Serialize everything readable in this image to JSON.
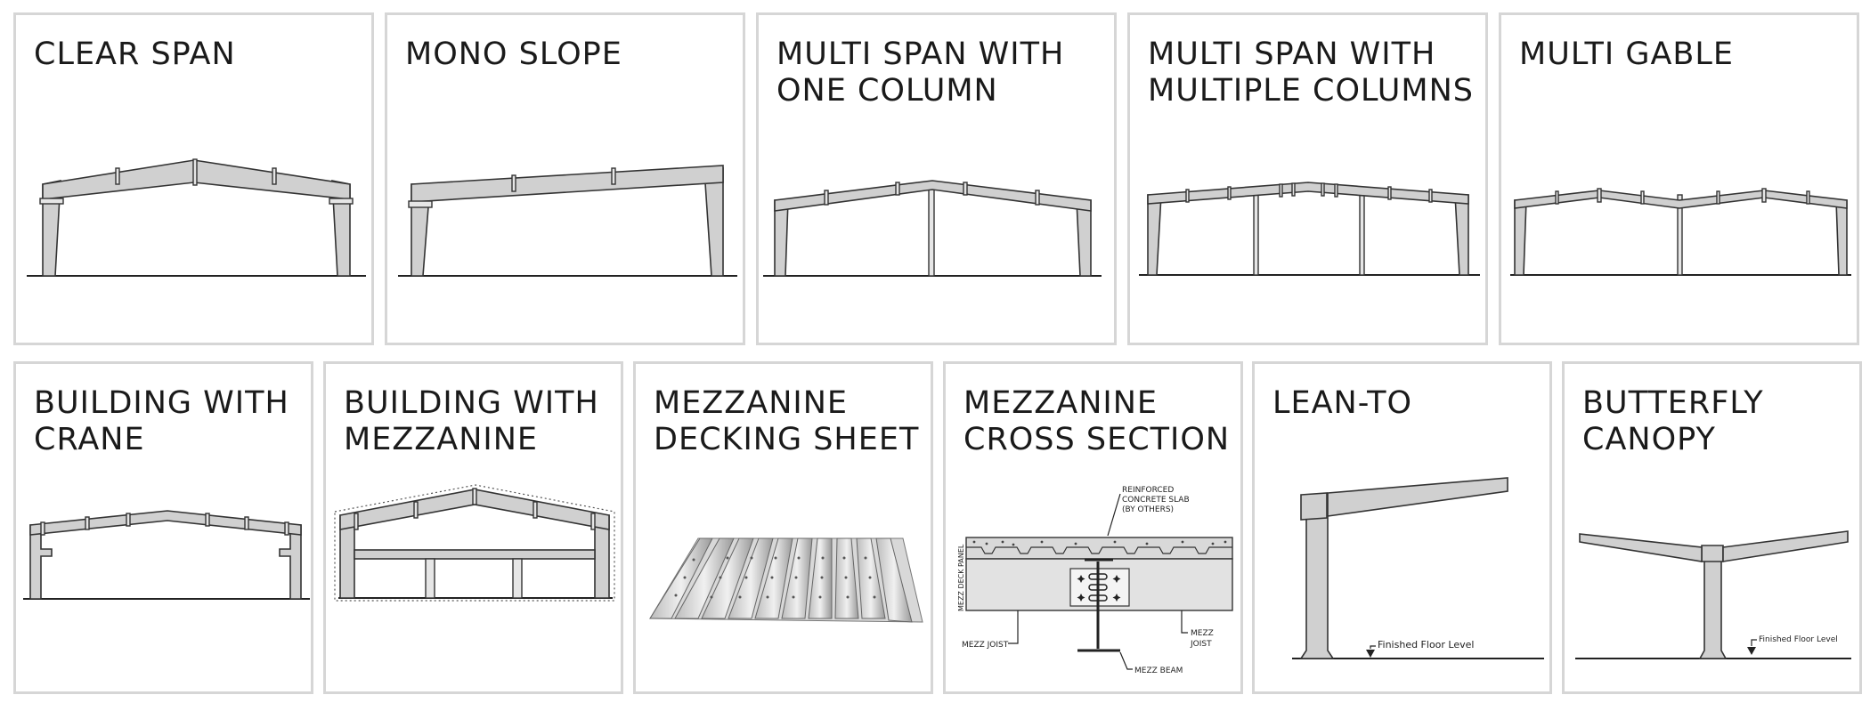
{
  "cards": {
    "clear_span": {
      "title": "CLEAR SPAN"
    },
    "mono_slope": {
      "title": "MONO SLOPE"
    },
    "multi_span_one": {
      "title": "MULTI SPAN WITH\nONE COLUMN"
    },
    "multi_span_multi": {
      "title": "MULTI SPAN WITH\nMULTIPLE COLUMNS"
    },
    "multi_gable": {
      "title": "MULTI GABLE"
    },
    "crane": {
      "title": "BUILDING WITH\nCRANE"
    },
    "mezzanine": {
      "title": "BUILDING WITH\nMEZZANINE"
    },
    "decking": {
      "title": "MEZZANINE\nDECKING SHEET"
    },
    "cross_section": {
      "title": "MEZZANINE\nCROSS SECTION",
      "slab_line1": "REINFORCED",
      "slab_line2": "CONCRETE SLAB",
      "slab_line3": "(BY OTHERS)",
      "deck_panel": "MEZZ DECK PANEL",
      "joist_left": "MEZZ JOIST",
      "joist_right_1": "MEZZ",
      "joist_right_2": "JOIST",
      "beam": "MEZZ BEAM"
    },
    "lean_to": {
      "title": "LEAN-TO",
      "floor_label": "Finished Floor Level"
    },
    "butterfly": {
      "title": "BUTTERFLY\nCANOPY",
      "floor_label": "Finished Floor Level"
    }
  }
}
